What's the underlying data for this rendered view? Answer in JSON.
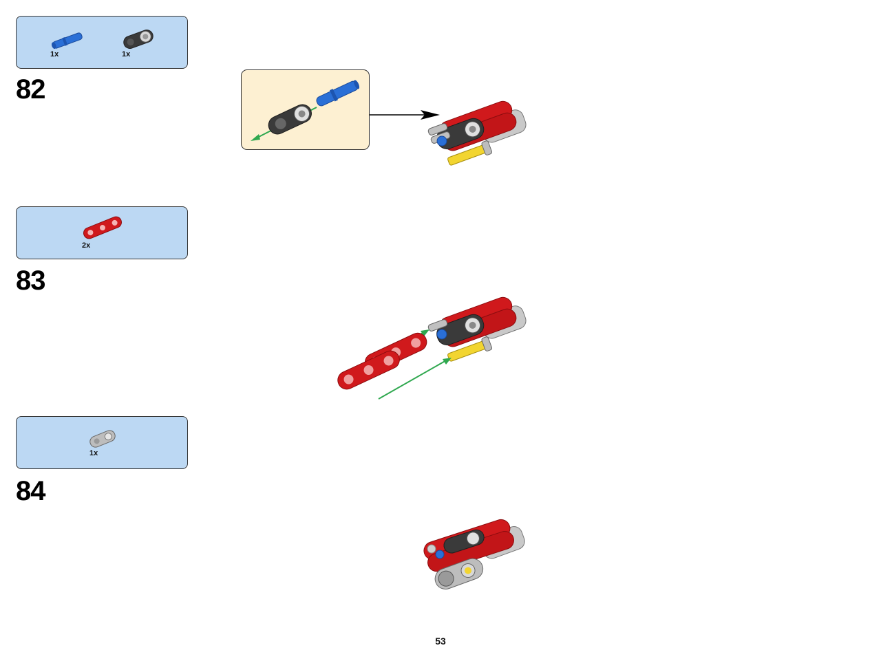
{
  "steps": [
    {
      "number": "82",
      "parts": [
        {
          "icon": "blue-pin-icon",
          "qty": "1x"
        },
        {
          "icon": "black-connector-icon",
          "qty": "1x"
        }
      ]
    },
    {
      "number": "83",
      "parts": [
        {
          "icon": "red-beam-icon",
          "qty": "2x"
        }
      ]
    },
    {
      "number": "84",
      "parts": [
        {
          "icon": "gray-connector-icon",
          "qty": "1x"
        }
      ]
    }
  ],
  "page_number": "53",
  "colors": {
    "parts_box_bg": "#bcd8f3",
    "callout_bg": "#fdf0d2",
    "red_part": "#d0191c",
    "blue_part": "#2a6fd6",
    "yellow_part": "#f2d530",
    "dark_part": "#3a3a3a",
    "gray_part": "#bdbdbd",
    "arrow_green": "#2fa84f"
  }
}
